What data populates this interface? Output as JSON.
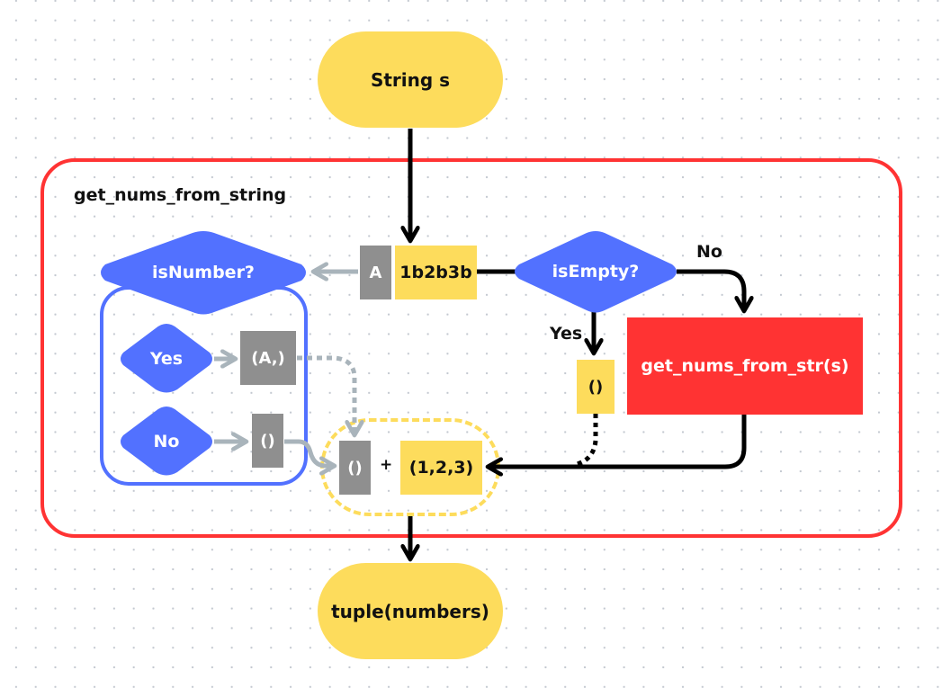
{
  "diagram": {
    "start": {
      "label": "String s"
    },
    "end": {
      "label": "tuple(numbers)"
    },
    "function_group": {
      "title": "get_nums_from_string"
    },
    "input_head": {
      "label": "A"
    },
    "input_rest": {
      "label": "1b2b3b"
    },
    "is_empty": {
      "label": "isEmpty?"
    },
    "is_number": {
      "label": "isNumber?"
    },
    "branch_yes_inner": {
      "label": "Yes"
    },
    "branch_no_inner": {
      "label": "No"
    },
    "yes_result": {
      "label": "(A,)"
    },
    "no_result": {
      "label": "()"
    },
    "empty_yes_label": "Yes",
    "empty_no_label": "No",
    "empty_result": {
      "label": "()"
    },
    "recursive_call": {
      "label": "get_nums_from_str(s)"
    },
    "concat": {
      "left": "()",
      "operator": "+",
      "right": "(1,2,3)"
    },
    "colors": {
      "yellow": "#fddc5c",
      "blue": "#5271ff",
      "red": "#ff3333",
      "gray": "#8f8f8f",
      "light_gray_arrow": "#a9b4bb",
      "black": "#000000"
    }
  }
}
